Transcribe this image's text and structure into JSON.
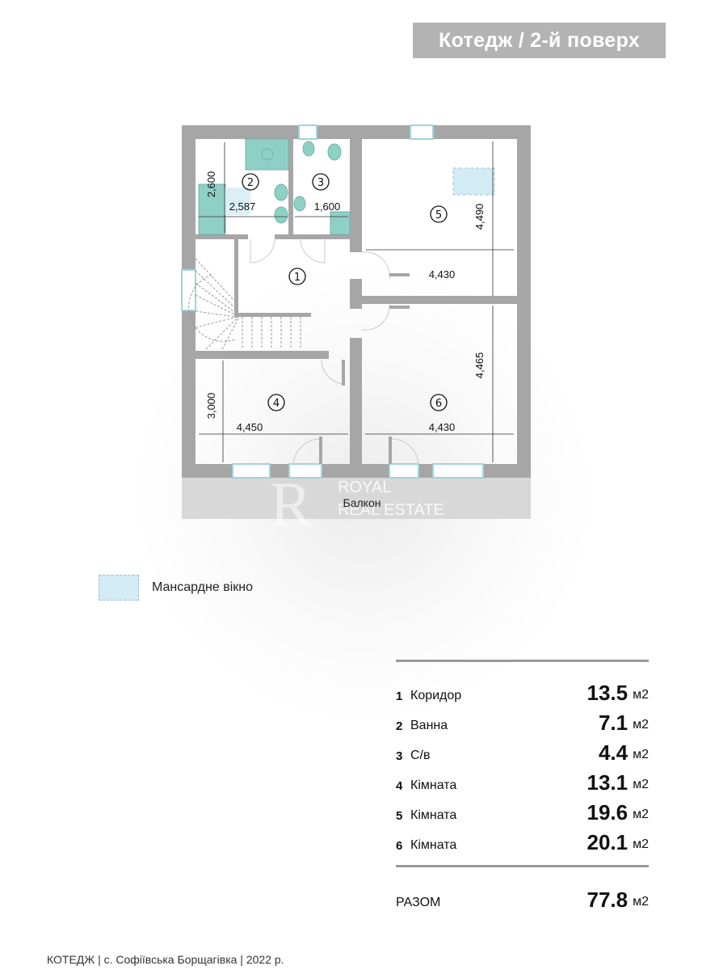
{
  "header": {
    "title": "Котедж / 2-й поверх"
  },
  "plan": {
    "rooms": [
      {
        "id": "1",
        "label": "1"
      },
      {
        "id": "2",
        "label": "2"
      },
      {
        "id": "3",
        "label": "3"
      },
      {
        "id": "4",
        "label": "4"
      },
      {
        "id": "5",
        "label": "5"
      },
      {
        "id": "6",
        "label": "6"
      }
    ],
    "dimensions": {
      "room2_height": "2,600",
      "room2_width": "2,587",
      "room3_width": "1,600",
      "room5_height": "4,490",
      "room5_width": "4,430",
      "room6_height": "4,465",
      "room4_height": "3,000",
      "room4_width": "4,450",
      "room6_width": "4,430"
    },
    "balcony_label": "Балкон",
    "watermark": {
      "line1": "ROYAL",
      "line2": "REAL ESTATE",
      "monogram": "R"
    },
    "colors": {
      "wall": "#a6a6a6",
      "fixture": "#8fd0c6",
      "skylight": "#d3ebf5",
      "window": "#9fd3e0"
    }
  },
  "legend": {
    "label": "Мансардне вікно"
  },
  "summary": {
    "unit": "м2",
    "rows": [
      {
        "num": "1",
        "name": "Коридор",
        "area": "13.5"
      },
      {
        "num": "2",
        "name": "Ванна",
        "area": "7.1"
      },
      {
        "num": "3",
        "name": "С/в",
        "area": "4.4"
      },
      {
        "num": "4",
        "name": "Кімната",
        "area": "13.1"
      },
      {
        "num": "5",
        "name": "Кімната",
        "area": "19.6"
      },
      {
        "num": "6",
        "name": "Кімната",
        "area": "20.1"
      }
    ],
    "total_label": "РАЗОМ",
    "total_area": "77.8"
  },
  "footer": {
    "text": "КОТЕДЖ | с. Софіївська Борщагівка | 2022 р."
  }
}
